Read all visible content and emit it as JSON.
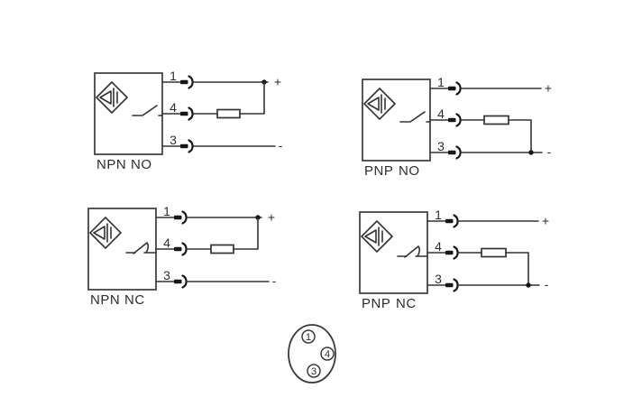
{
  "sheet": {
    "background": "#ffffff",
    "colors": {
      "ink": "#333333",
      "ink_dark": "#161616",
      "text": "#2d2d2d"
    }
  },
  "diagrams": [
    {
      "type_label": "NPN",
      "logic_label": "NO",
      "pins": [
        "1",
        "4",
        "3"
      ],
      "plus_label": "+",
      "minus_label": "-"
    },
    {
      "type_label": "PNP",
      "logic_label": "NO",
      "pins": [
        "1",
        "4",
        "3"
      ],
      "plus_label": "+",
      "minus_label": "-"
    },
    {
      "type_label": "NPN",
      "logic_label": "NC",
      "pins": [
        "1",
        "4",
        "3"
      ],
      "plus_label": "+",
      "minus_label": "-"
    },
    {
      "type_label": "PNP",
      "logic_label": "NC",
      "pins": [
        "1",
        "4",
        "3"
      ],
      "plus_label": "+",
      "minus_label": "-"
    }
  ],
  "connector_pinout": {
    "pins": [
      "1",
      "4",
      "3"
    ]
  }
}
